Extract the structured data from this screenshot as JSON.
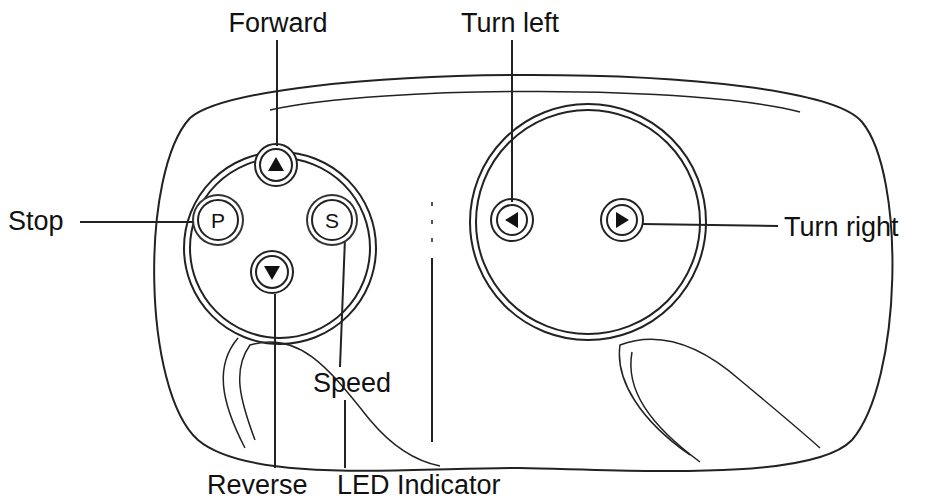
{
  "diagram": {
    "nodes": [
      {
        "text": [
          "P"
        ]
      },
      {
        "text": [
          "S"
        ]
      }
    ],
    "labels": [
      "Forward",
      "Turn left",
      "Stop",
      "Turn right",
      "Speed",
      "Reverse",
      "LED Indicator"
    ]
  }
}
